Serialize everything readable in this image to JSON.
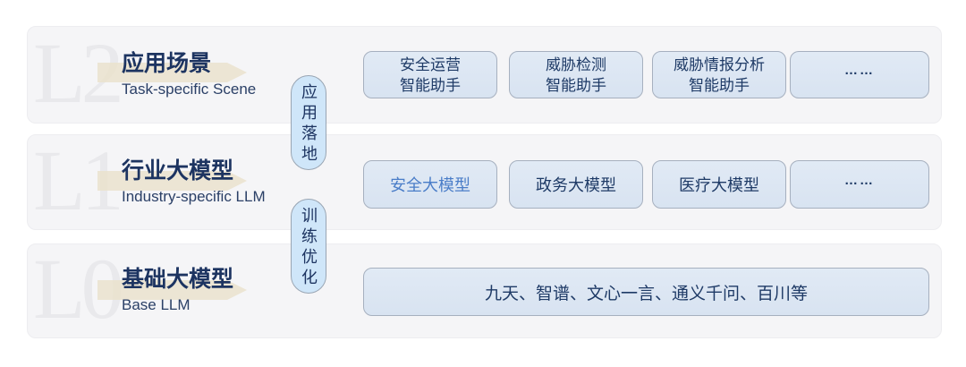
{
  "colors": {
    "title_navy": "#1d3461",
    "box_text_navy": "#1e3a66",
    "highlight_blue": "#4a7dc8",
    "box_bg": "#dce6f2",
    "box_border": "#a6b0bf",
    "pill_bg": "#cfe6f9",
    "panel_bg": "#f5f5f7",
    "watermark_gray": "#e9e9ec",
    "arrow_band_beige": "#eae1cb"
  },
  "layers": [
    {
      "watermark": "L2",
      "title": "应用场景",
      "subtitle": "Task-specific Scene",
      "boxes": [
        {
          "label": "安全运营\n智能助手"
        },
        {
          "label": "威胁检测\n智能助手"
        },
        {
          "label": "威胁情报分析\n智能助手"
        },
        {
          "label": "……"
        }
      ]
    },
    {
      "watermark": "L1",
      "title": "行业大模型",
      "subtitle": "Industry-specific LLM",
      "boxes": [
        {
          "label": "安全大模型"
        },
        {
          "label": "政务大模型"
        },
        {
          "label": "医疗大模型"
        },
        {
          "label": "……"
        }
      ]
    },
    {
      "watermark": "L0",
      "title": "基础大模型",
      "subtitle": "Base LLM",
      "boxes": [
        {
          "label": "九天、智谱、文心一言、通义千问、百川等"
        }
      ]
    }
  ],
  "connectors": [
    {
      "label": "应用落地"
    },
    {
      "label": "训练优化"
    }
  ]
}
